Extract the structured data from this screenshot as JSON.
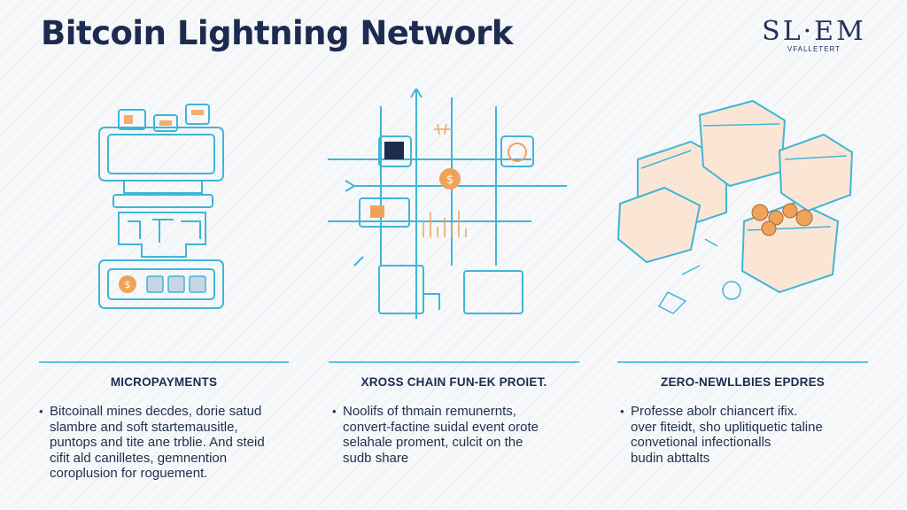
{
  "title": "Bitcoin Lightning Network",
  "logo": {
    "mark": "SL·EM",
    "sub": "VFALLETERT"
  },
  "columns": [
    {
      "heading": "MICROPAYMENTS",
      "lines": [
        "Bitcoinall mines decdes, dorie satud",
        "slambre and soft startemausitle,",
        "puntops and tite ane trblie. And steid",
        "cifit ald canilletes, gemnention",
        "coroplusion for roguement."
      ]
    },
    {
      "heading": "XROSS CHAIN FUN-EK PROIET.",
      "lines": [
        "Noolifs of thmain remunernts,",
        "convert-factine suidal event orote",
        "selahale proment, culcit on the",
        "sudb share"
      ]
    },
    {
      "heading": "ZERO-NEWLLBIES EPDRES",
      "lines": [
        "Professe abolr chiancert ifix.",
        "over fiteidt, sho uplitiquetic taline",
        "convetional infectionalls",
        "budin abttalts"
      ]
    }
  ],
  "colors": {
    "teal": "#3fb6d6",
    "orange": "#f0a25a",
    "navy": "#1d2b4f"
  },
  "icons": [
    "wallet-stack-illustration",
    "network-hub-illustration",
    "crypto-boxes-illustration",
    "dollar-coin-icon"
  ]
}
